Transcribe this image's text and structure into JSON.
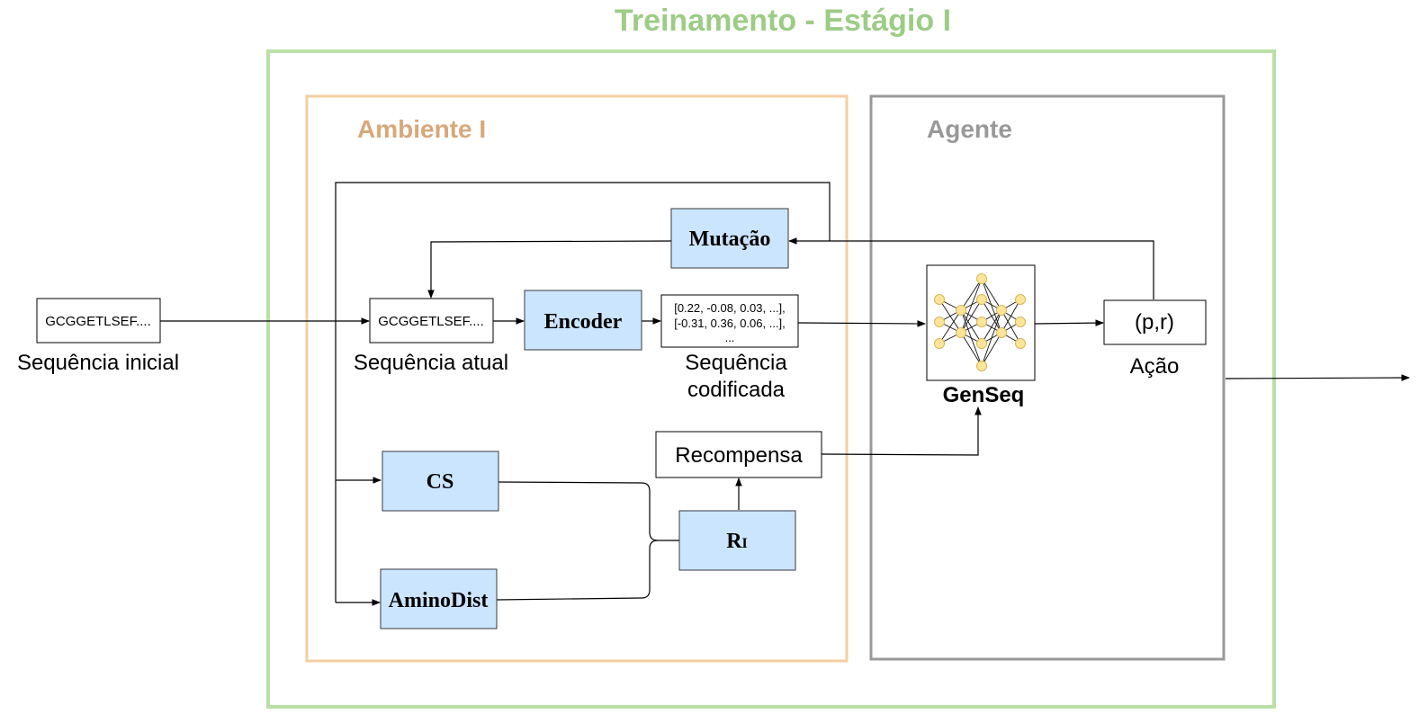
{
  "colors": {
    "training_frame": "#b9e0a5",
    "environment_frame": "#f5ceA0",
    "agent_frame": "#999999",
    "block_fill": "#cce5ff",
    "nn_node": "#ffe599"
  },
  "training": {
    "title": "Treinamento -  Estágio I"
  },
  "environment": {
    "title": "Ambiente I"
  },
  "agent": {
    "title": "Agente"
  },
  "initial_sequence": {
    "text": "GCGGETLSEF....",
    "label": "Sequência inicial"
  },
  "current_sequence": {
    "text": "GCGGETLSEF....",
    "label": "Sequência atual"
  },
  "blocks": {
    "mutation": "Mutação",
    "encoder": "Encoder",
    "cs": "CS",
    "aminodist": "AminoDist",
    "reward_fn_main": "R",
    "reward_fn_sub": "I"
  },
  "encoded_sequence": {
    "lines": [
      "[0.22, -0.08, 0.03, ...],",
      "[-0.31, 0.36, 0.06, ...],",
      "..."
    ],
    "label_line1": "Sequência",
    "label_line2": "codificada"
  },
  "reward": {
    "label": "Recompensa"
  },
  "model": {
    "label": "GenSeq",
    "icon": "neural-network-icon"
  },
  "action": {
    "value": "(p,r)",
    "label": "Ação"
  }
}
